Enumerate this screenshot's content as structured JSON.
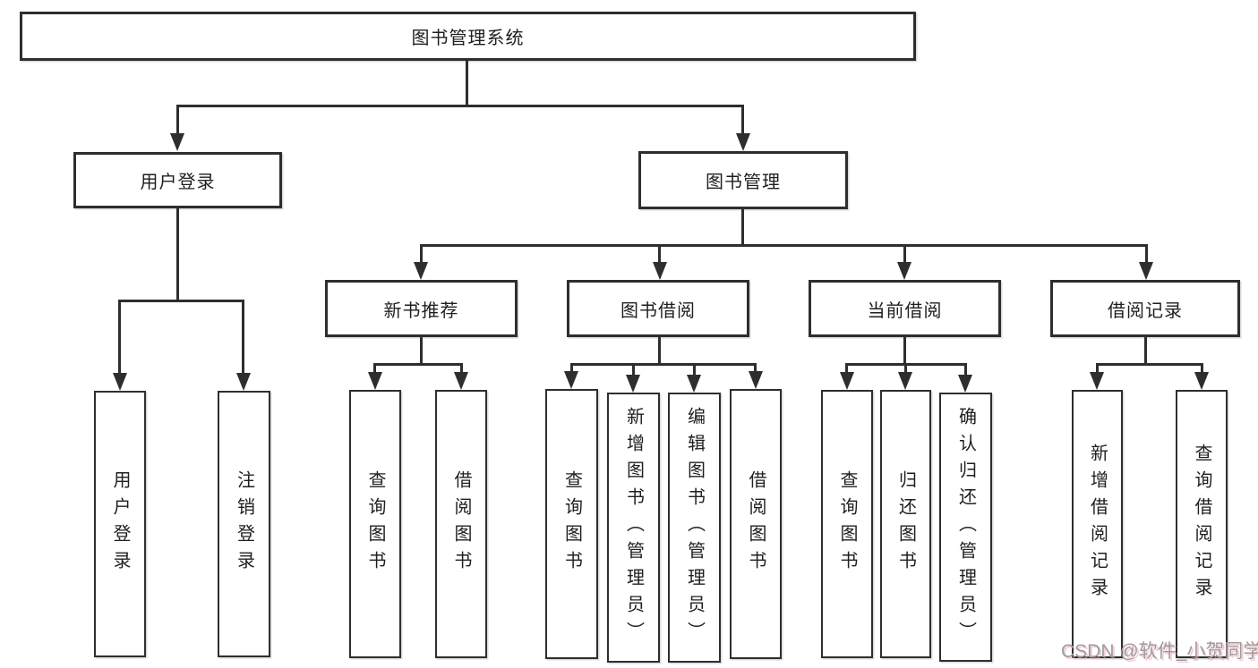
{
  "title": "图书管理系统",
  "level2": {
    "user_login": "用户登录",
    "book_mgmt": "图书管理"
  },
  "level3": {
    "new_book": "新书推荐",
    "book_borrow": "图书借阅",
    "current_borrow": "当前借阅",
    "borrow_records": "借阅记录"
  },
  "leaves": {
    "user_login": "用户登录",
    "logout": "注销登录",
    "nb_query": "查询图书",
    "nb_borrow": "借阅图书",
    "bb_query": "查询图书",
    "bb_add": "新增图书（管理员）",
    "bb_edit": "编辑图书（管理员）",
    "bb_borrow": "借阅图书",
    "cb_query": "查询图书",
    "cb_return": "归还图书",
    "cb_confirm": "确认归还（管理员）",
    "br_add": "新增借阅记录",
    "br_query": "查询借阅记录"
  },
  "watermark": "CSDN @软件_小贺同学",
  "colors": {
    "line": "#2e2e2e",
    "text": "#1f1f1f",
    "box_background": "#ffffff",
    "background": "#ffffff",
    "watermark_gray": "#9b9ba3",
    "watermark_pink": "#f4a0a0"
  }
}
